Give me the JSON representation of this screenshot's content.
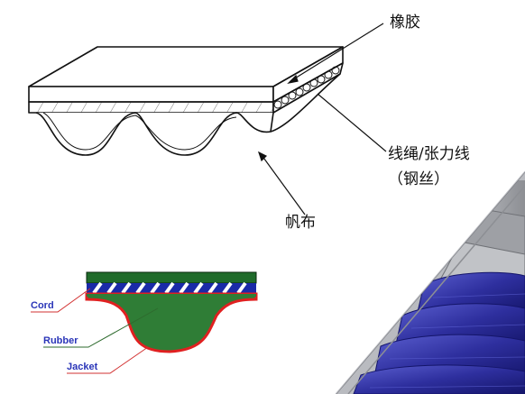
{
  "top_diagram": {
    "labels": {
      "rubber": "橡胶",
      "cord_line1": "线绳/张力线",
      "cord_line2": "（钢丝）",
      "fabric": "帆布"
    }
  },
  "cross_section": {
    "labels": {
      "cord": "Cord",
      "rubber": "Rubber",
      "jacket": "Jacket"
    },
    "colors": {
      "body_green": "#2f7d36",
      "top_green": "#1f6b2a",
      "cord_blue": "#1a2aa8",
      "jacket_red": "#e02020",
      "label_blue": "#2a35b8",
      "leader_red": "#d23030",
      "leader_green": "#2e6b2e"
    }
  },
  "render_3d": {
    "colors": {
      "tooth_blue": "#2e2f9e",
      "groove_gray": "#a9abb0",
      "edge_gray": "#6f7176"
    }
  }
}
